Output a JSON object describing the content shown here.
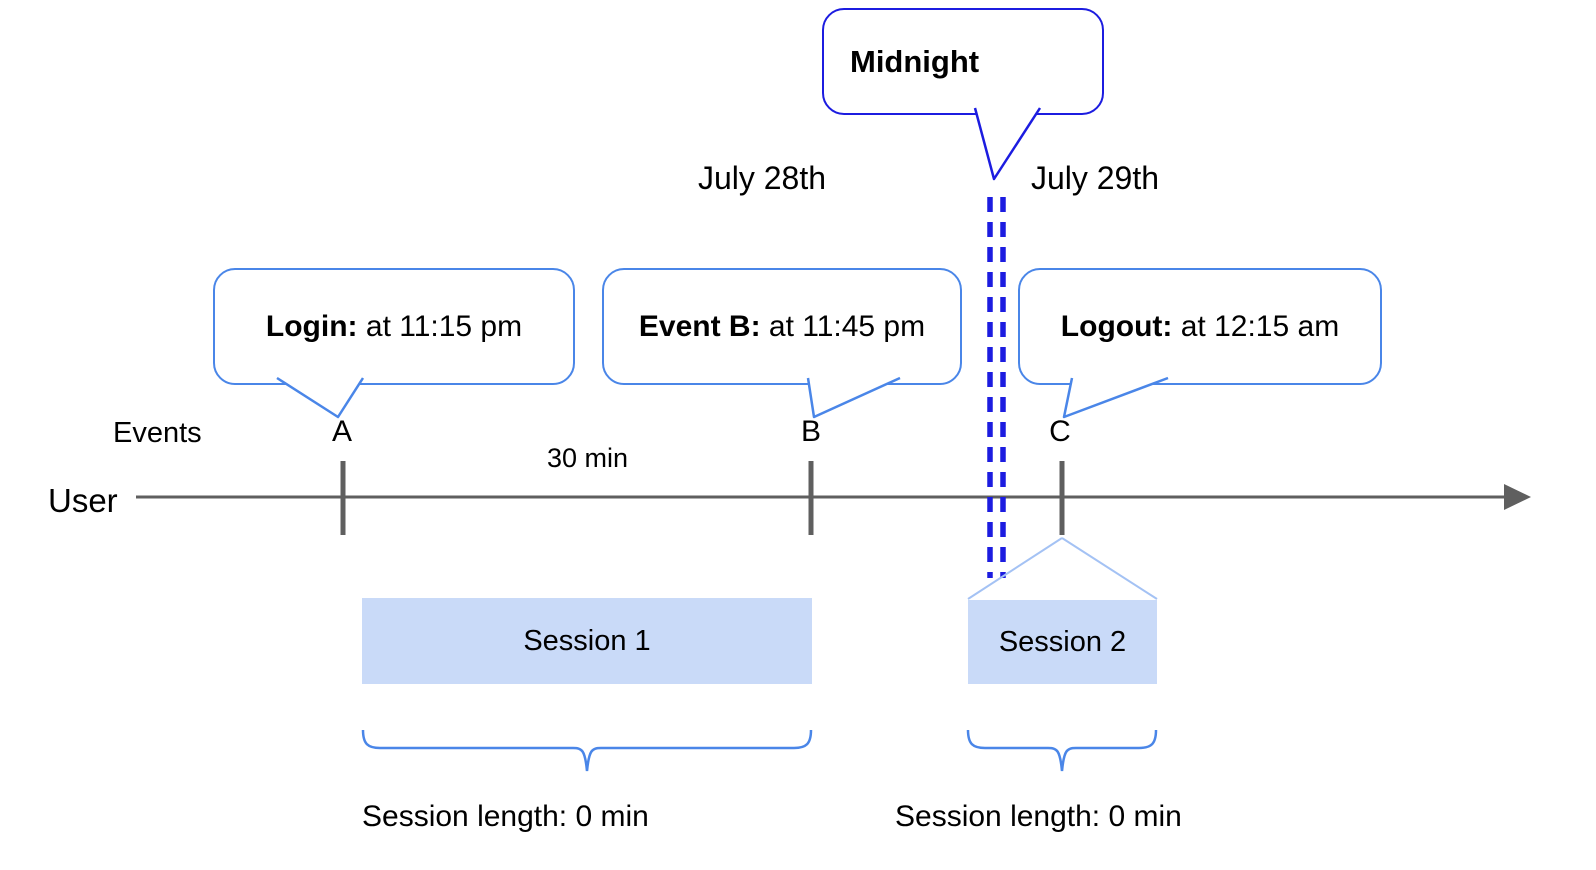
{
  "midnight_callout": {
    "label": "Midnight"
  },
  "date_labels": {
    "before": "July 28th",
    "after": "July 29th"
  },
  "axis": {
    "row_label": "Events",
    "user_label": "User",
    "interval_label": "30 min",
    "event_ticks": [
      "A",
      "B",
      "C"
    ]
  },
  "callouts": [
    {
      "event": "A",
      "title": "Login:",
      "detail": " at 11:15 pm"
    },
    {
      "event": "B",
      "title": "Event B:",
      "detail": " at 11:45 pm"
    },
    {
      "event": "C",
      "title": "Logout:",
      "detail": " at 12:15 am"
    }
  ],
  "sessions": [
    {
      "label": "Session 1",
      "length_label": "Session length: 0 min"
    },
    {
      "label": "Session 2",
      "length_label": "Session length: 0 min"
    }
  ],
  "colors": {
    "callout_border": "#4a86e8",
    "midnight_border": "#1c1ce0",
    "day_divider": "#1c1ce0",
    "session_fill": "#c9daf8",
    "funnel_line": "#a4c2f4",
    "timeline_gray": "#5f5f5f",
    "text_black": "#000000"
  }
}
